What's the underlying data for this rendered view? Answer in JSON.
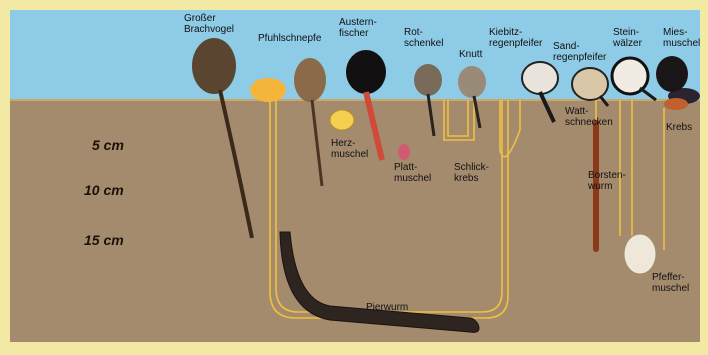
{
  "depth_markers": [
    "5 cm",
    "10 cm",
    "15 cm"
  ],
  "birds": {
    "grosser_brachvogel": "Großer\nBrachvogel",
    "pfuhlschnepfe": "Pfuhlschnepfe",
    "austernfischer": "Austern-\nfischer",
    "rotschenkel": "Rot-\nschenkel",
    "knutt": "Knutt",
    "kiebitzregenpfeifer": "Kiebitz-\nregenpfeifer",
    "sandregenpfeifer": "Sand-\nregenpfeifer",
    "steinwaelzer": "Stein-\nwälzer"
  },
  "prey": {
    "miesmuschel": "Mies-\nmuschel",
    "krebs": "Krebs",
    "herzmuschel": "Herz-\nmuschel",
    "plattmuschel": "Platt-\nmuschel",
    "schlickkrebs": "Schlick-\nkrebs",
    "wattschnecken": "Watt-\nschnecken",
    "borstenwurm": "Borsten-\nwurm",
    "pfeffermuschel": "Pfeffer-\nmuschel",
    "pierwurm": "Pierwurm"
  },
  "colors": {
    "frame": "#f2e9a4",
    "sky": "#8ecbe6",
    "mud": "#a48b6e",
    "burrow": "#f0c040"
  }
}
